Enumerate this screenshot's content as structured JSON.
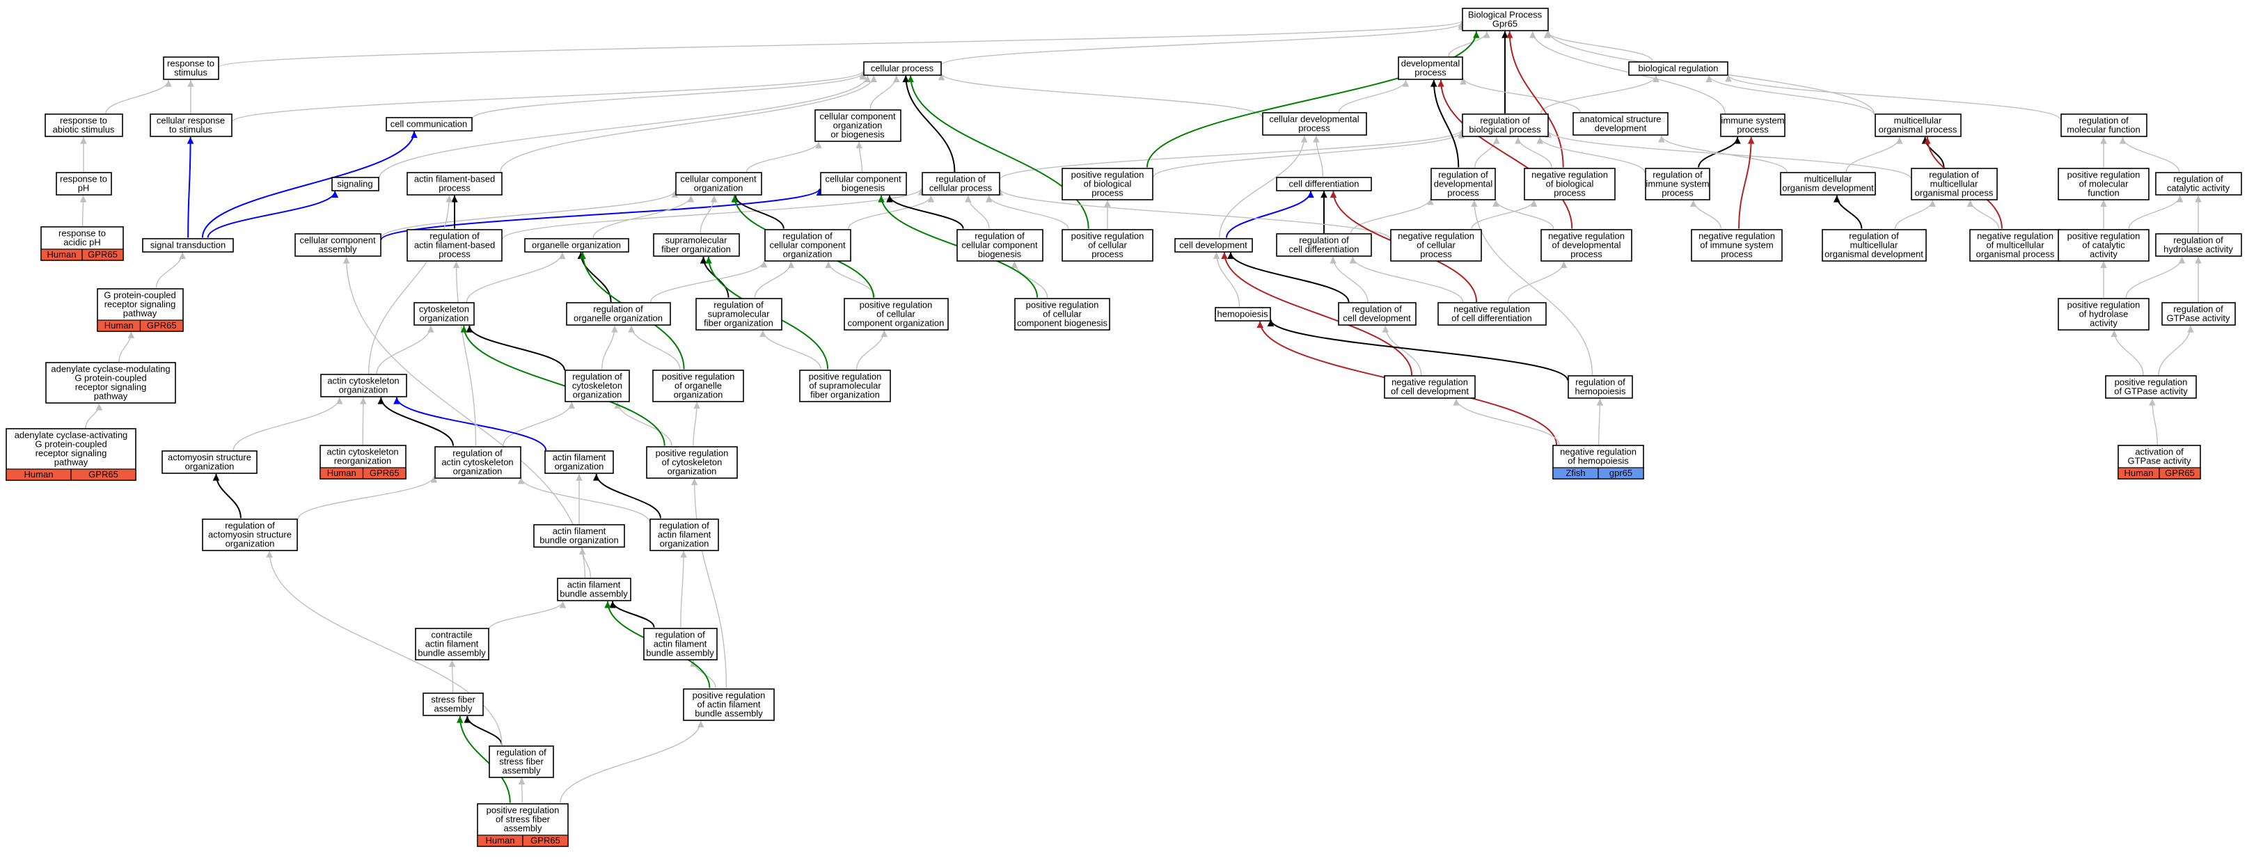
{
  "colors": {
    "black": "#000000",
    "gray": "#bfbfbf",
    "blue": "#0000ff",
    "green": "#008000",
    "red": "#b22222",
    "human": "#f05a3c",
    "zfish": "#6495ed"
  },
  "nodes": [
    {
      "id": "bp",
      "lines": [
        "Biological Process",
        "Gpr65"
      ]
    },
    {
      "id": "rts",
      "lines": [
        "response to",
        "stimulus"
      ]
    },
    {
      "id": "cp",
      "lines": [
        "cellular process"
      ]
    },
    {
      "id": "devp",
      "lines": [
        "developmental",
        "process"
      ]
    },
    {
      "id": "breg",
      "lines": [
        "biological regulation"
      ]
    },
    {
      "id": "ras",
      "lines": [
        "response to",
        "abiotic stimulus"
      ]
    },
    {
      "id": "crs",
      "lines": [
        "cellular response",
        "to stimulus"
      ]
    },
    {
      "id": "cc",
      "lines": [
        "cell communication"
      ]
    },
    {
      "id": "ccob",
      "lines": [
        "cellular component",
        "organization",
        "or biogenesis"
      ]
    },
    {
      "id": "cdp",
      "lines": [
        "cellular developmental",
        "process"
      ]
    },
    {
      "id": "rbp",
      "lines": [
        "regulation of",
        "biological process"
      ]
    },
    {
      "id": "asd",
      "lines": [
        "anatomical structure",
        "development"
      ]
    },
    {
      "id": "isp",
      "lines": [
        "immune system",
        "process"
      ]
    },
    {
      "id": "mop",
      "lines": [
        "multicellular",
        "organismal process"
      ]
    },
    {
      "id": "rmf",
      "lines": [
        "regulation of",
        "molecular function"
      ]
    },
    {
      "id": "rtph",
      "lines": [
        "response to",
        "pH"
      ]
    },
    {
      "id": "sig",
      "lines": [
        "signaling"
      ]
    },
    {
      "id": "afbp",
      "lines": [
        "actin filament-based",
        "process"
      ]
    },
    {
      "id": "cco",
      "lines": [
        "cellular component",
        "organization"
      ]
    },
    {
      "id": "ccb",
      "lines": [
        "cellular component",
        "biogenesis"
      ]
    },
    {
      "id": "rcp",
      "lines": [
        "regulation of",
        "cellular process"
      ]
    },
    {
      "id": "prbp",
      "lines": [
        "positive regulation",
        "of biological",
        "process"
      ]
    },
    {
      "id": "cdiff",
      "lines": [
        "cell differentiation"
      ]
    },
    {
      "id": "rdp",
      "lines": [
        "regulation of",
        "developmental",
        "process"
      ]
    },
    {
      "id": "nrbp",
      "lines": [
        "negative regulation",
        "of biological",
        "process"
      ]
    },
    {
      "id": "risp",
      "lines": [
        "regulation of",
        "immune system",
        "process"
      ]
    },
    {
      "id": "mod",
      "lines": [
        "multicellular",
        "organism development"
      ]
    },
    {
      "id": "rmop",
      "lines": [
        "regulation of",
        "multicellular",
        "organismal process"
      ]
    },
    {
      "id": "prmf",
      "lines": [
        "positive regulation",
        "of molecular",
        "function"
      ]
    },
    {
      "id": "rca",
      "lines": [
        "regulation of",
        "catalytic activity"
      ]
    },
    {
      "id": "racid",
      "lines": [
        "response to",
        "acidic pH"
      ],
      "species": [
        {
          "label": "Human",
          "color": "human"
        },
        {
          "label": "GPR65",
          "color": "human"
        }
      ]
    },
    {
      "id": "st",
      "lines": [
        "signal transduction"
      ]
    },
    {
      "id": "cca",
      "lines": [
        "cellular component",
        "assembly"
      ]
    },
    {
      "id": "rafbp",
      "lines": [
        "regulation of",
        "actin filament-based",
        "process"
      ]
    },
    {
      "id": "oo",
      "lines": [
        "organelle organization"
      ]
    },
    {
      "id": "sfo",
      "lines": [
        "supramolecular",
        "fiber organization"
      ]
    },
    {
      "id": "rcco",
      "lines": [
        "regulation of",
        "cellular component",
        "organization"
      ]
    },
    {
      "id": "rccb",
      "lines": [
        "regulation of",
        "cellular component",
        "biogenesis"
      ]
    },
    {
      "id": "prcp",
      "lines": [
        "positive regulation",
        "of cellular",
        "process"
      ]
    },
    {
      "id": "cdev",
      "lines": [
        "cell development"
      ]
    },
    {
      "id": "rcd",
      "lines": [
        "regulation of",
        "cell differentiation"
      ]
    },
    {
      "id": "nrcp",
      "lines": [
        "negative regulation",
        "of cellular",
        "process"
      ]
    },
    {
      "id": "nrdp",
      "lines": [
        "negative regulation",
        "of developmental",
        "process"
      ]
    },
    {
      "id": "nrisp",
      "lines": [
        "negative regulation",
        "of immune system",
        "process"
      ]
    },
    {
      "id": "rmod",
      "lines": [
        "regulation of",
        "multicellular",
        "organismal development"
      ]
    },
    {
      "id": "nrmop",
      "lines": [
        "negative regulation",
        "of multicellular",
        "organismal process"
      ]
    },
    {
      "id": "prca",
      "lines": [
        "positive regulation",
        "of catalytic",
        "activity"
      ]
    },
    {
      "id": "rha",
      "lines": [
        "regulation of",
        "hydrolase activity"
      ]
    },
    {
      "id": "gpcr",
      "lines": [
        "G protein-coupled",
        "receptor signaling",
        "pathway"
      ],
      "species": [
        {
          "label": "Human",
          "color": "human"
        },
        {
          "label": "GPR65",
          "color": "human"
        }
      ]
    },
    {
      "id": "co",
      "lines": [
        "cytoskeleton",
        "organization"
      ]
    },
    {
      "id": "roo",
      "lines": [
        "regulation of",
        "organelle organization"
      ]
    },
    {
      "id": "rsfo",
      "lines": [
        "regulation of",
        "supramolecular",
        "fiber organization"
      ]
    },
    {
      "id": "prcco",
      "lines": [
        "positive regulation",
        "of cellular",
        "component organization"
      ]
    },
    {
      "id": "prccb",
      "lines": [
        "positive regulation",
        "of cellular",
        "component biogenesis"
      ]
    },
    {
      "id": "hemo",
      "lines": [
        "hemopoiesis"
      ]
    },
    {
      "id": "rcdev",
      "lines": [
        "regulation of",
        "cell development"
      ]
    },
    {
      "id": "nrcd",
      "lines": [
        "negative regulation",
        "of cell differentiation"
      ]
    },
    {
      "id": "prha",
      "lines": [
        "positive regulation",
        "of hydrolase",
        "activity"
      ]
    },
    {
      "id": "rgtp",
      "lines": [
        "regulation of",
        "GTPase activity"
      ]
    },
    {
      "id": "acm",
      "lines": [
        "adenylate cyclase-modulating",
        "G protein-coupled",
        "receptor signaling",
        "pathway"
      ]
    },
    {
      "id": "aco",
      "lines": [
        "actin cytoskeleton",
        "organization"
      ]
    },
    {
      "id": "rco",
      "lines": [
        "regulation of",
        "cytoskeleton",
        "organization"
      ]
    },
    {
      "id": "proo",
      "lines": [
        "positive regulation",
        "of organelle",
        "organization"
      ]
    },
    {
      "id": "prsfo",
      "lines": [
        "positive regulation",
        "of supramolecular",
        "fiber organization"
      ]
    },
    {
      "id": "nrcdev",
      "lines": [
        "negative regulation",
        "of cell development"
      ]
    },
    {
      "id": "rhemo",
      "lines": [
        "regulation of",
        "hemopoiesis"
      ]
    },
    {
      "id": "prgtp",
      "lines": [
        "positive regulation",
        "of GTPase activity"
      ]
    },
    {
      "id": "aca",
      "lines": [
        "adenylate cyclase-activating",
        "G protein-coupled",
        "receptor signaling",
        "pathway"
      ],
      "species": [
        {
          "label": "Human",
          "color": "human"
        },
        {
          "label": "GPR65",
          "color": "human"
        }
      ]
    },
    {
      "id": "aso",
      "lines": [
        "actomyosin structure",
        "organization"
      ]
    },
    {
      "id": "acr",
      "lines": [
        "actin cytoskeleton",
        "reorganization"
      ],
      "species": [
        {
          "label": "Human",
          "color": "human"
        },
        {
          "label": "GPR65",
          "color": "human"
        }
      ]
    },
    {
      "id": "raco",
      "lines": [
        "regulation of",
        "actin cytoskeleton",
        "organization"
      ]
    },
    {
      "id": "afo",
      "lines": [
        "actin filament",
        "organization"
      ]
    },
    {
      "id": "prco",
      "lines": [
        "positive regulation",
        "of cytoskeleton",
        "organization"
      ]
    },
    {
      "id": "nrhemo",
      "lines": [
        "negative regulation",
        "of hemopoiesis"
      ],
      "species": [
        {
          "label": "Zfish",
          "color": "zfish"
        },
        {
          "label": "gpr65",
          "color": "zfish"
        }
      ]
    },
    {
      "id": "agtp",
      "lines": [
        "activation of",
        "GTPase activity"
      ],
      "species": [
        {
          "label": "Human",
          "color": "human"
        },
        {
          "label": "GPR65",
          "color": "human"
        }
      ]
    },
    {
      "id": "raso",
      "lines": [
        "regulation of",
        "actomyosin structure",
        "organization"
      ]
    },
    {
      "id": "afbo",
      "lines": [
        "actin filament",
        "bundle organization"
      ]
    },
    {
      "id": "rafo",
      "lines": [
        "regulation of",
        "actin filament",
        "organization"
      ]
    },
    {
      "id": "afba",
      "lines": [
        "actin filament",
        "bundle assembly"
      ]
    },
    {
      "id": "cafba",
      "lines": [
        "contractile",
        "actin filament",
        "bundle assembly"
      ]
    },
    {
      "id": "rafba",
      "lines": [
        "regulation of",
        "actin filament",
        "bundle assembly"
      ]
    },
    {
      "id": "sfa",
      "lines": [
        "stress fiber",
        "assembly"
      ]
    },
    {
      "id": "prafba",
      "lines": [
        "positive regulation",
        "of actin filament",
        "bundle assembly"
      ]
    },
    {
      "id": "rsfa",
      "lines": [
        "regulation of",
        "stress fiber",
        "assembly"
      ]
    },
    {
      "id": "prsfa",
      "lines": [
        "positive regulation",
        "of stress fiber",
        "assembly"
      ],
      "species": [
        {
          "label": "Human",
          "color": "human"
        },
        {
          "label": "GPR65",
          "color": "human"
        }
      ]
    }
  ],
  "edges": [
    [
      "rts",
      "bp",
      "gray"
    ],
    [
      "cp",
      "bp",
      "gray"
    ],
    [
      "devp",
      "bp",
      "gray"
    ],
    [
      "breg",
      "bp",
      "gray"
    ],
    [
      "isp",
      "bp",
      "gray"
    ],
    [
      "mop",
      "bp",
      "gray"
    ],
    [
      "ras",
      "rts",
      "gray"
    ],
    [
      "crs",
      "rts",
      "gray"
    ],
    [
      "crs",
      "cp",
      "gray"
    ],
    [
      "cc",
      "cp",
      "gray"
    ],
    [
      "ccob",
      "cp",
      "gray"
    ],
    [
      "cdp",
      "cp",
      "gray"
    ],
    [
      "cdp",
      "devp",
      "gray"
    ],
    [
      "rbp",
      "breg",
      "gray"
    ],
    [
      "rbp",
      "bp",
      "black"
    ],
    [
      "asd",
      "devp",
      "gray"
    ],
    [
      "mop",
      "breg",
      "gray"
    ],
    [
      "rmf",
      "breg",
      "gray"
    ],
    [
      "rtph",
      "ras",
      "gray"
    ],
    [
      "racid",
      "rtph",
      "gray"
    ],
    [
      "st",
      "crs",
      "blue"
    ],
    [
      "st",
      "cc",
      "blue"
    ],
    [
      "st",
      "sig",
      "blue"
    ],
    [
      "sig",
      "cp",
      "gray"
    ],
    [
      "afbp",
      "cp",
      "gray"
    ],
    [
      "cco",
      "ccob",
      "gray"
    ],
    [
      "ccb",
      "ccob",
      "gray"
    ],
    [
      "rcp",
      "cp",
      "black"
    ],
    [
      "rcp",
      "rbp",
      "gray"
    ],
    [
      "prbp",
      "bp",
      "green"
    ],
    [
      "prbp",
      "rbp",
      "gray"
    ],
    [
      "cdiff",
      "cdp",
      "gray"
    ],
    [
      "rdp",
      "devp",
      "black"
    ],
    [
      "rdp",
      "rbp",
      "gray"
    ],
    [
      "nrbp",
      "rbp",
      "gray"
    ],
    [
      "nrbp",
      "bp",
      "red"
    ],
    [
      "risp",
      "isp",
      "black"
    ],
    [
      "risp",
      "rbp",
      "gray"
    ],
    [
      "mod",
      "asd",
      "gray"
    ],
    [
      "mod",
      "mop",
      "gray"
    ],
    [
      "rmop",
      "mop",
      "black"
    ],
    [
      "rmop",
      "rbp",
      "gray"
    ],
    [
      "prmf",
      "rmf",
      "gray"
    ],
    [
      "rca",
      "rmf",
      "gray"
    ],
    [
      "gpcr",
      "st",
      "gray"
    ],
    [
      "cca",
      "cco",
      "gray"
    ],
    [
      "cca",
      "ccb",
      "blue"
    ],
    [
      "rafbp",
      "afbp",
      "black"
    ],
    [
      "rafbp",
      "rcp",
      "gray"
    ],
    [
      "oo",
      "cco",
      "gray"
    ],
    [
      "sfo",
      "cco",
      "gray"
    ],
    [
      "rcco",
      "cco",
      "black"
    ],
    [
      "rcco",
      "rcp",
      "gray"
    ],
    [
      "rccb",
      "ccb",
      "black"
    ],
    [
      "rccb",
      "rcp",
      "gray"
    ],
    [
      "prcp",
      "rcp",
      "gray"
    ],
    [
      "prcp",
      "cp",
      "green"
    ],
    [
      "prcp",
      "prbp",
      "gray"
    ],
    [
      "cdev",
      "cdiff",
      "blue"
    ],
    [
      "cdev",
      "cdp",
      "gray"
    ],
    [
      "rcd",
      "cdiff",
      "black"
    ],
    [
      "rcd",
      "rdp",
      "gray"
    ],
    [
      "nrcp",
      "rcp",
      "gray"
    ],
    [
      "nrcp",
      "nrbp",
      "gray"
    ],
    [
      "nrdp",
      "rdp",
      "gray"
    ],
    [
      "nrdp",
      "devp",
      "red"
    ],
    [
      "nrisp",
      "risp",
      "gray"
    ],
    [
      "nrisp",
      "isp",
      "red"
    ],
    [
      "rmod",
      "mod",
      "black"
    ],
    [
      "rmod",
      "rmop",
      "gray"
    ],
    [
      "nrmop",
      "rmop",
      "gray"
    ],
    [
      "nrmop",
      "mop",
      "red"
    ],
    [
      "prca",
      "rca",
      "gray"
    ],
    [
      "prca",
      "prmf",
      "gray"
    ],
    [
      "rha",
      "rca",
      "gray"
    ],
    [
      "acm",
      "gpcr",
      "gray"
    ],
    [
      "co",
      "oo",
      "gray"
    ],
    [
      "roo",
      "oo",
      "black"
    ],
    [
      "roo",
      "rcco",
      "gray"
    ],
    [
      "rsfo",
      "sfo",
      "black"
    ],
    [
      "rsfo",
      "rcco",
      "gray"
    ],
    [
      "prcco",
      "rcco",
      "gray"
    ],
    [
      "prcco",
      "cco",
      "green"
    ],
    [
      "prccb",
      "rccb",
      "gray"
    ],
    [
      "prccb",
      "ccb",
      "green"
    ],
    [
      "hemo",
      "cdev",
      "gray"
    ],
    [
      "rcdev",
      "cdev",
      "black"
    ],
    [
      "rcdev",
      "rcd",
      "gray"
    ],
    [
      "nrcd",
      "rcd",
      "gray"
    ],
    [
      "nrcd",
      "cdiff",
      "red"
    ],
    [
      "nrcd",
      "nrdp",
      "gray"
    ],
    [
      "prha",
      "rha",
      "gray"
    ],
    [
      "prha",
      "prca",
      "gray"
    ],
    [
      "rgtp",
      "rha",
      "gray"
    ],
    [
      "aca",
      "acm",
      "gray"
    ],
    [
      "aco",
      "co",
      "gray"
    ],
    [
      "aco",
      "afbp",
      "gray"
    ],
    [
      "rco",
      "co",
      "black"
    ],
    [
      "rco",
      "roo",
      "gray"
    ],
    [
      "proo",
      "roo",
      "gray"
    ],
    [
      "proo",
      "oo",
      "green"
    ],
    [
      "prsfo",
      "rsfo",
      "gray"
    ],
    [
      "prsfo",
      "sfo",
      "green"
    ],
    [
      "prsfo",
      "prcco",
      "gray"
    ],
    [
      "nrcdev",
      "rcdev",
      "gray"
    ],
    [
      "nrcdev",
      "cdev",
      "red"
    ],
    [
      "rhemo",
      "hemo",
      "black"
    ],
    [
      "rhemo",
      "rdp",
      "gray"
    ],
    [
      "prgtp",
      "rgtp",
      "gray"
    ],
    [
      "prgtp",
      "prha",
      "gray"
    ],
    [
      "aso",
      "aco",
      "gray"
    ],
    [
      "acr",
      "aco",
      "gray"
    ],
    [
      "raco",
      "aco",
      "black"
    ],
    [
      "raco",
      "rco",
      "gray"
    ],
    [
      "raco",
      "rafbp",
      "gray"
    ],
    [
      "afo",
      "aco",
      "blue"
    ],
    [
      "prco",
      "rco",
      "gray"
    ],
    [
      "prco",
      "co",
      "green"
    ],
    [
      "prco",
      "proo",
      "gray"
    ],
    [
      "nrhemo",
      "rhemo",
      "gray"
    ],
    [
      "nrhemo",
      "hemo",
      "red"
    ],
    [
      "nrhemo",
      "nrcdev",
      "gray"
    ],
    [
      "agtp",
      "prgtp",
      "gray"
    ],
    [
      "raso",
      "aso",
      "black"
    ],
    [
      "raso",
      "raco",
      "gray"
    ],
    [
      "afbo",
      "afo",
      "gray"
    ],
    [
      "rafo",
      "afo",
      "black"
    ],
    [
      "rafo",
      "raco",
      "gray"
    ],
    [
      "afba",
      "afbo",
      "gray"
    ],
    [
      "afba",
      "cca",
      "gray"
    ],
    [
      "cafba",
      "afba",
      "gray"
    ],
    [
      "rafba",
      "afba",
      "black"
    ],
    [
      "rafba",
      "rafo",
      "gray"
    ],
    [
      "sfa",
      "cafba",
      "gray"
    ],
    [
      "prafba",
      "rafba",
      "gray"
    ],
    [
      "prafba",
      "afba",
      "green"
    ],
    [
      "prafba",
      "prco",
      "gray"
    ],
    [
      "rsfa",
      "sfa",
      "black"
    ],
    [
      "rsfa",
      "raso",
      "gray"
    ],
    [
      "prsfa",
      "rsfa",
      "gray"
    ],
    [
      "prsfa",
      "sfa",
      "green"
    ],
    [
      "prsfa",
      "prafba",
      "gray"
    ]
  ]
}
